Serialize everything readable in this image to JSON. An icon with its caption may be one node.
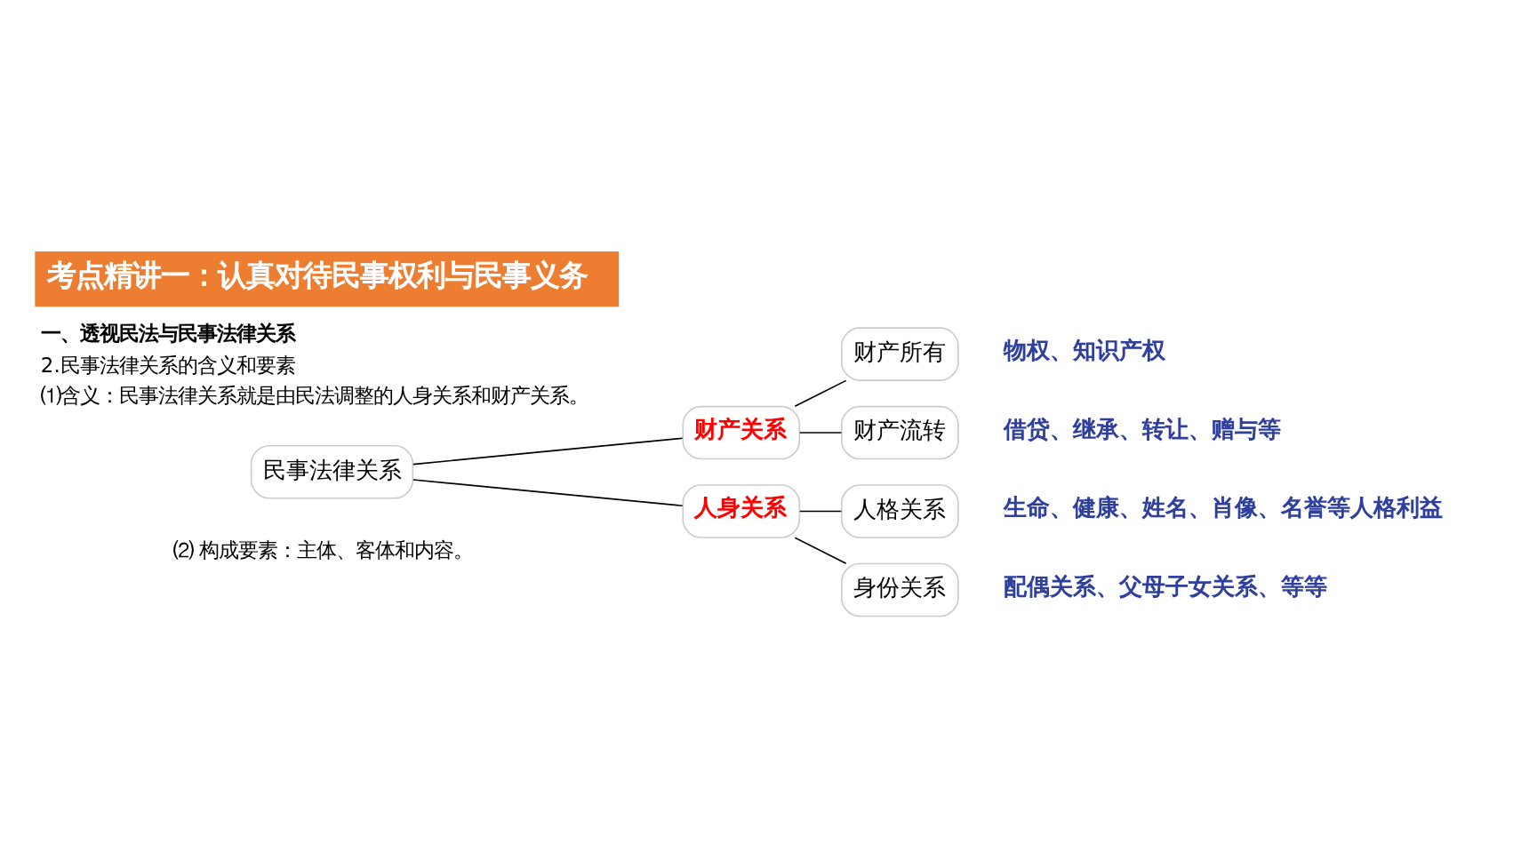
{
  "diagram": {
    "title": "考点精讲一：认真对待民事权利与民事义务",
    "nodes": [
      {
        "text": [
          "民事法律关系"
        ]
      },
      {
        "text": [
          "财产关系"
        ]
      },
      {
        "text": [
          "人身关系"
        ]
      },
      {
        "text": [
          "财产所有"
        ],
        "beside": [
          "物权、知识产权"
        ]
      },
      {
        "text": [
          "财产流转"
        ],
        "beside": [
          "借贷、继承、转让、赠与等"
        ]
      },
      {
        "text": [
          "人格关系"
        ],
        "beside": [
          "生命、健康、姓名、肖像、名誉等人格利益"
        ]
      },
      {
        "text": [
          "身份关系"
        ],
        "beside": [
          "配偶关系、父母子女关系、等等"
        ]
      }
    ],
    "edges": [
      {
        "from": 0,
        "to": 1,
        "arrow": "none"
      },
      {
        "from": 0,
        "to": 2,
        "arrow": "none"
      },
      {
        "from": 1,
        "to": 3,
        "arrow": "none"
      },
      {
        "from": 1,
        "to": 4,
        "arrow": "none"
      },
      {
        "from": 2,
        "to": 5,
        "arrow": "none"
      },
      {
        "from": 2,
        "to": 6,
        "arrow": "none"
      }
    ],
    "labels": [
      "一、透视民法与民事法律关系",
      "2.民事法律关系的含义和要素",
      "⑴含义：民事法律关系就是由民法调整的人身关系和财产关系。",
      "⑵ 构成要素：主体、客体和内容。"
    ]
  }
}
